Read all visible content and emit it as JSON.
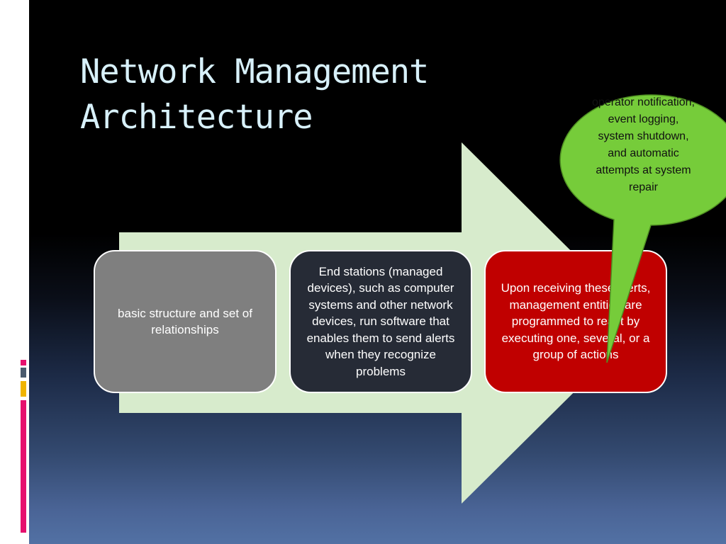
{
  "slide": {
    "title": "Network Management\nArchitecture",
    "boxes": [
      {
        "text": "basic structure and set of relationships"
      },
      {
        "text": "End stations (managed devices), such as computer systems and other network devices, run software that enables them to send alerts when they recognize problems"
      },
      {
        "text": "Upon receiving these alerts, management entities are programmed to react by executing one, several, or a group of actions"
      }
    ],
    "callout": {
      "text": "operator notification,\nevent logging,\nsystem shutdown,\nand automatic\nattempts at system\nrepair"
    }
  },
  "colors": {
    "title": "#d8f1fb",
    "arrow": "#d7ebcc",
    "box_gray": "#7f7f7f",
    "box_dark": "#262b36",
    "box_red": "#c00000",
    "callout": "#76cc3a",
    "accent_pink": "#e6106e",
    "accent_yellow": "#f0b400",
    "accent_slate": "#4a5a6e"
  }
}
